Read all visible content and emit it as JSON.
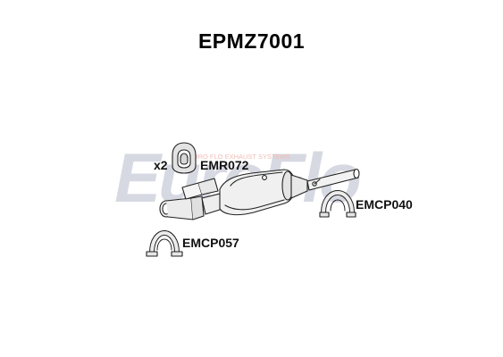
{
  "title": "EPMZ7001",
  "watermark": {
    "text": "EuroFlo",
    "tagline": "EURO FLO EXHAUST SYSTEMS"
  },
  "parts": {
    "mount": {
      "code": "EMR072",
      "quantity": "x2"
    },
    "clamp_right": {
      "code": "EMCP040"
    },
    "clamp_left": {
      "code": "EMCP057"
    }
  },
  "colors": {
    "watermark_main": "#c9cdd8",
    "watermark_accent": "#f0c8c4",
    "part_stroke": "#222222",
    "part_fill": "#e9e9e9"
  }
}
